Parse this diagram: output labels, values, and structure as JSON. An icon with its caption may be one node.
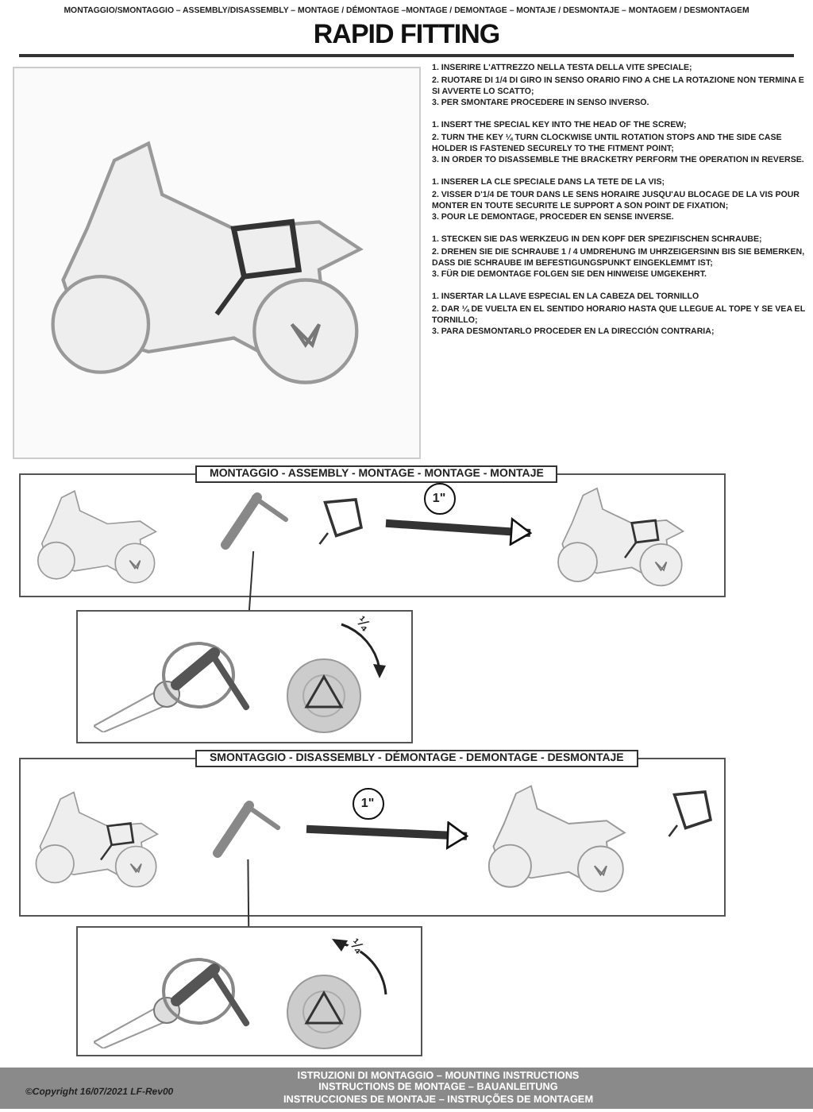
{
  "diagram": {
    "title": "RAPID FITTING",
    "nodes": [
      {
        "text": [
          "MONTAGGIO - ASSEMBLY - MONTAGE - MONTAGE - MONTAJE"
        ]
      },
      {
        "text": [],
        "shape": "picture",
        "in": 0
      },
      {
        "text": [],
        "shape": "picture",
        "in": 0
      },
      {
        "text": [],
        "shape": "picture",
        "in": 0
      },
      {
        "text": [],
        "shape": "picture",
        "in": 0
      },
      {
        "text": [],
        "shape": "box"
      },
      {
        "text": [
          "SMONTAGGIO - DISASSEMBLY - DÉMONTAGE - DEMONTAGE - DESMONTAJE"
        ]
      },
      {
        "text": [],
        "shape": "picture",
        "in": 6
      },
      {
        "text": [],
        "shape": "picture",
        "in": 6
      },
      {
        "text": [],
        "shape": "picture",
        "in": 6
      },
      {
        "text": [],
        "shape": "picture",
        "in": 6
      },
      {
        "text": [],
        "shape": "box"
      }
    ],
    "edges": [
      {
        "from": 3,
        "to": 4,
        "arrow": "to",
        "label": "1\"",
        "style": "thick"
      },
      {
        "from": 2,
        "to": 5,
        "arrow": "none"
      },
      {
        "from": 8,
        "to": 9,
        "arrow": "to",
        "label": "1\"",
        "style": "thick"
      },
      {
        "from": 8,
        "to": 11,
        "arrow": "none"
      }
    ],
    "labels": [
      "MONTAGGIO/SMONTAGGIO – ASSEMBLY/DISASSEMBLY – MONTAGE / DÉMONTAGE –MONTAGE / DEMONTAGE – MONTAJE / DESMONTAJE – MONTAGEM / DESMONTAGEM",
      "1. INSERIRE L'ATTREZZO NELLA TESTA DELLA VITE SPECIALE;",
      "2. RUOTARE DI 1/4 DI GIRO IN SENSO ORARIO FINO A CHE LA ROTAZIONE NON TERMINA E SI AVVERTE LO SCATTO;",
      "3. PER SMONTARE PROCEDERE IN SENSO INVERSO.",
      "1. INSERT THE SPECIAL KEY INTO THE HEAD OF THE SCREW;",
      "2. TURN THE KEY ¼ TURN CLOCKWISE UNTIL ROTATION STOPS AND THE SIDE CASE HOLDER IS FASTENED SECURELY TO THE FITMENT POINT;",
      "3. IN ORDER TO DISASSEMBLE THE BRACKETRY PERFORM THE OPERATION IN REVERSE.",
      "1. INSERER LA CLE SPECIALE DANS LA TETE DE LA VIS;",
      "2. VISSER D'1/4 DE TOUR DANS LE SENS HORAIRE JUSQU'AU BLOCAGE DE LA VIS POUR MONTER EN TOUTE SECURITE LE SUPPORT A SON POINT DE FIXATION;",
      "3. POUR LE DEMONTAGE, PROCEDER EN SENSE INVERSE.",
      "1. STECKEN SIE DAS WERKZEUG IN DEN KOPF DER SPEZIFISCHEN SCHRAUBE;",
      "2. DREHEN SIE DIE SCHRAUBE 1 / 4 UMDREHUNG IM UHRZEIGERSINN BIS SIE BEMERKEN, DASS DIE SCHRAUBE IM BEFESTIGUNGSPUNKT EINGEKLEMMT IST;",
      "3. FÜR DIE DEMONTAGE FOLGEN SIE DEN HINWEISE UMGEKEHRT.",
      "1. INSERTAR LA LLAVE ESPECIAL EN LA CABEZA DEL TORNILLO",
      "2. DAR ¼ DE VUELTA EN EL SENTIDO HORARIO HASTA QUE LLEGUE AL TOPE Y SE VEA EL TORNILLO;",
      "3. PARA DESMONTARLO PROCEDER EN LA DIRECCIÓN CONTRARIA;",
      "¼",
      "¼",
      "©Copyright 16/07/2021 LF-Rev00",
      "ISTRUZIONI DI MONTAGGIO – MOUNTING INSTRUCTIONS INSTRUCTIONS DE MONTAGE – BAUANLEITUNG INSTRUCCIONES DE MONTAJE – INSTRUÇÕES DE MONTAGEM"
    ]
  }
}
